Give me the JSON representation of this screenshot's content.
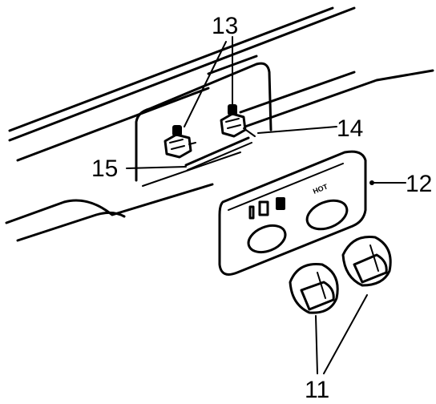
{
  "diagram": {
    "labels": {
      "fastener_top": "13",
      "wire": "14",
      "panel": "12",
      "rod": "15",
      "knobs": "11"
    },
    "panel_marks": {
      "left_icon": "I III",
      "right_label": "HOT"
    },
    "colors": {
      "ink": "#000000",
      "paper": "#ffffff"
    }
  }
}
